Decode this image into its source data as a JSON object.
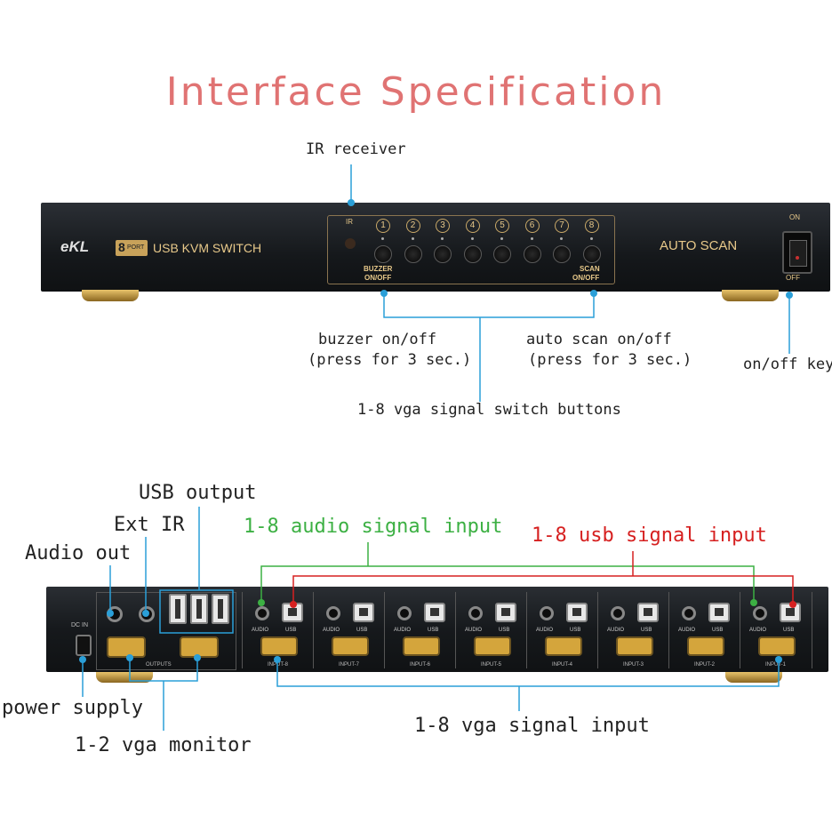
{
  "title": "Interface Specification",
  "colors": {
    "title": "#e07373",
    "callout_blue": "#2a9fd8",
    "audio_green": "#3cb043",
    "usb_red": "#d62020",
    "device_body": "#1b1e22",
    "gold": "#c8a25a"
  },
  "front_panel": {
    "brand": "eKL",
    "port_badge": "8",
    "port_badge_sub": "PORT",
    "device_name": "USB KVM SWITCH",
    "ir_label": "IR",
    "port_numbers": [
      "1",
      "2",
      "3",
      "4",
      "5",
      "6",
      "7",
      "8"
    ],
    "buzzer_label_1": "BUZZER",
    "buzzer_label_2": "ON/OFF",
    "scan_label_1": "SCAN",
    "scan_label_2": "ON/OFF",
    "auto_scan": "AUTO SCAN",
    "switch_on": "ON",
    "switch_off": "OFF"
  },
  "front_callouts": {
    "ir_receiver": "IR receiver",
    "buzzer_1": "buzzer on/off",
    "buzzer_2": "(press for 3 sec.)",
    "autoscan_1": "auto scan on/off",
    "autoscan_2": "(press for 3 sec.)",
    "onoff_key": "on/off key",
    "switch_buttons": "1-8 vga signal switch buttons"
  },
  "back_panel": {
    "dc_in": "DC IN",
    "outputs": "OUTPUTS",
    "audio": "AUDIO",
    "usb": "USB",
    "inputs": [
      "INPUT-8",
      "INPUT-7",
      "INPUT-6",
      "INPUT-5",
      "INPUT-4",
      "INPUT-3",
      "INPUT-2",
      "INPUT-1"
    ]
  },
  "back_callouts": {
    "usb_output": "USB output",
    "ext_ir": "Ext IR",
    "audio_out": "Audio out",
    "audio_input": "1-8 audio signal input",
    "usb_input": "1-8 usb signal input",
    "power_supply": "power supply",
    "vga_monitor": "1-2 vga monitor",
    "vga_input": "1-8 vga signal input"
  }
}
